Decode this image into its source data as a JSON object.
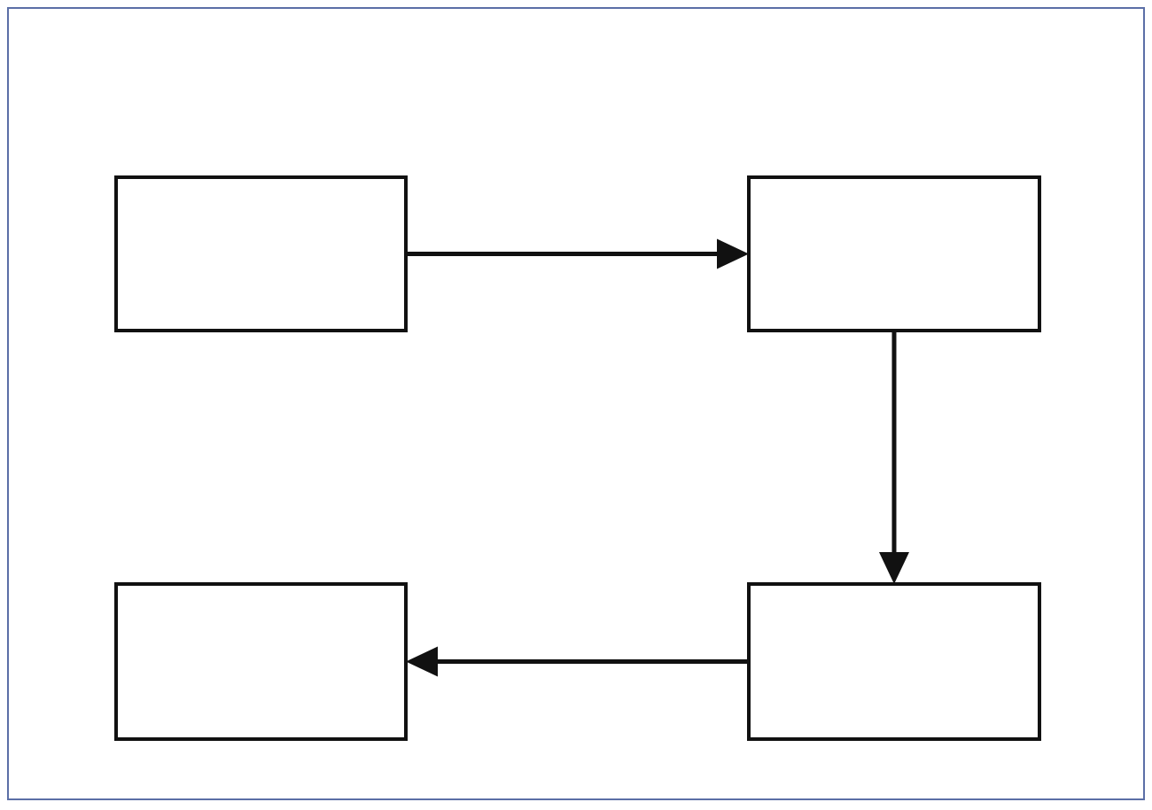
{
  "diagram": {
    "colors": {
      "background": "#ffffff",
      "frame_border": "#5b6fa6",
      "stroke": "#111111",
      "box_fill": "#ffffff"
    },
    "nodes": [
      {
        "id": "top-left",
        "label": ""
      },
      {
        "id": "top-right",
        "label": ""
      },
      {
        "id": "bottom-right",
        "label": ""
      },
      {
        "id": "bottom-left",
        "label": ""
      }
    ],
    "edges": [
      {
        "from": "top-left",
        "to": "top-right"
      },
      {
        "from": "top-right",
        "to": "bottom-right"
      },
      {
        "from": "bottom-right",
        "to": "bottom-left"
      }
    ]
  }
}
